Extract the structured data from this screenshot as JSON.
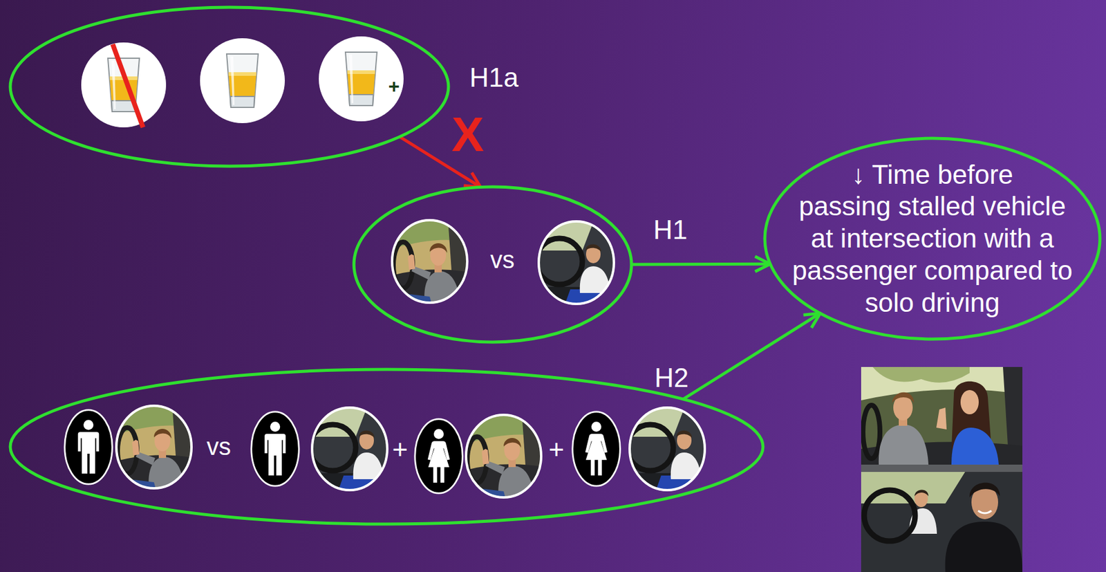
{
  "diagram": {
    "nodes": [
      {
        "text": [
          "H1a"
        ]
      },
      {
        "text": [
          "vs"
        ]
      },
      {
        "text": [
          "↓ Time before passing stalled vehicle at intersection with a passenger compared to solo driving"
        ]
      },
      {
        "text": [
          "vs",
          "+",
          "+"
        ]
      }
    ],
    "edges": [
      {
        "from": 0,
        "to": 1,
        "arrow": "to",
        "label": "X"
      },
      {
        "from": 1,
        "to": 2,
        "arrow": "to",
        "label": "H1"
      },
      {
        "from": 3,
        "to": 2,
        "arrow": "to",
        "label": "H2"
      }
    ],
    "labels": [
      "+"
    ]
  }
}
